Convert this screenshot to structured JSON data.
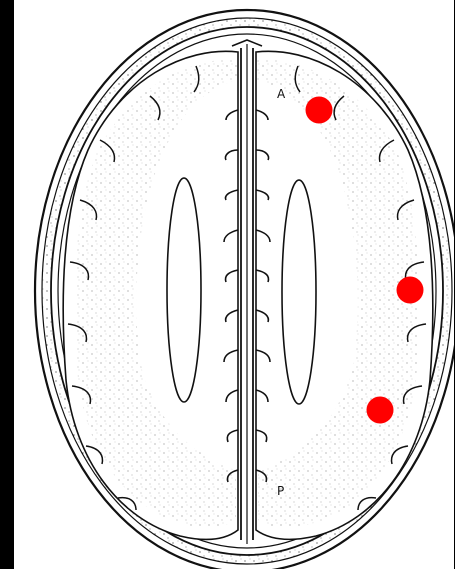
{
  "diagram": {
    "labels": {
      "anterior": "A",
      "posterior": "P"
    },
    "colors": {
      "background": "#000000",
      "paper": "#ffffff",
      "ink": "#111111",
      "marker": "#ff0000"
    },
    "marker_count": 3
  }
}
